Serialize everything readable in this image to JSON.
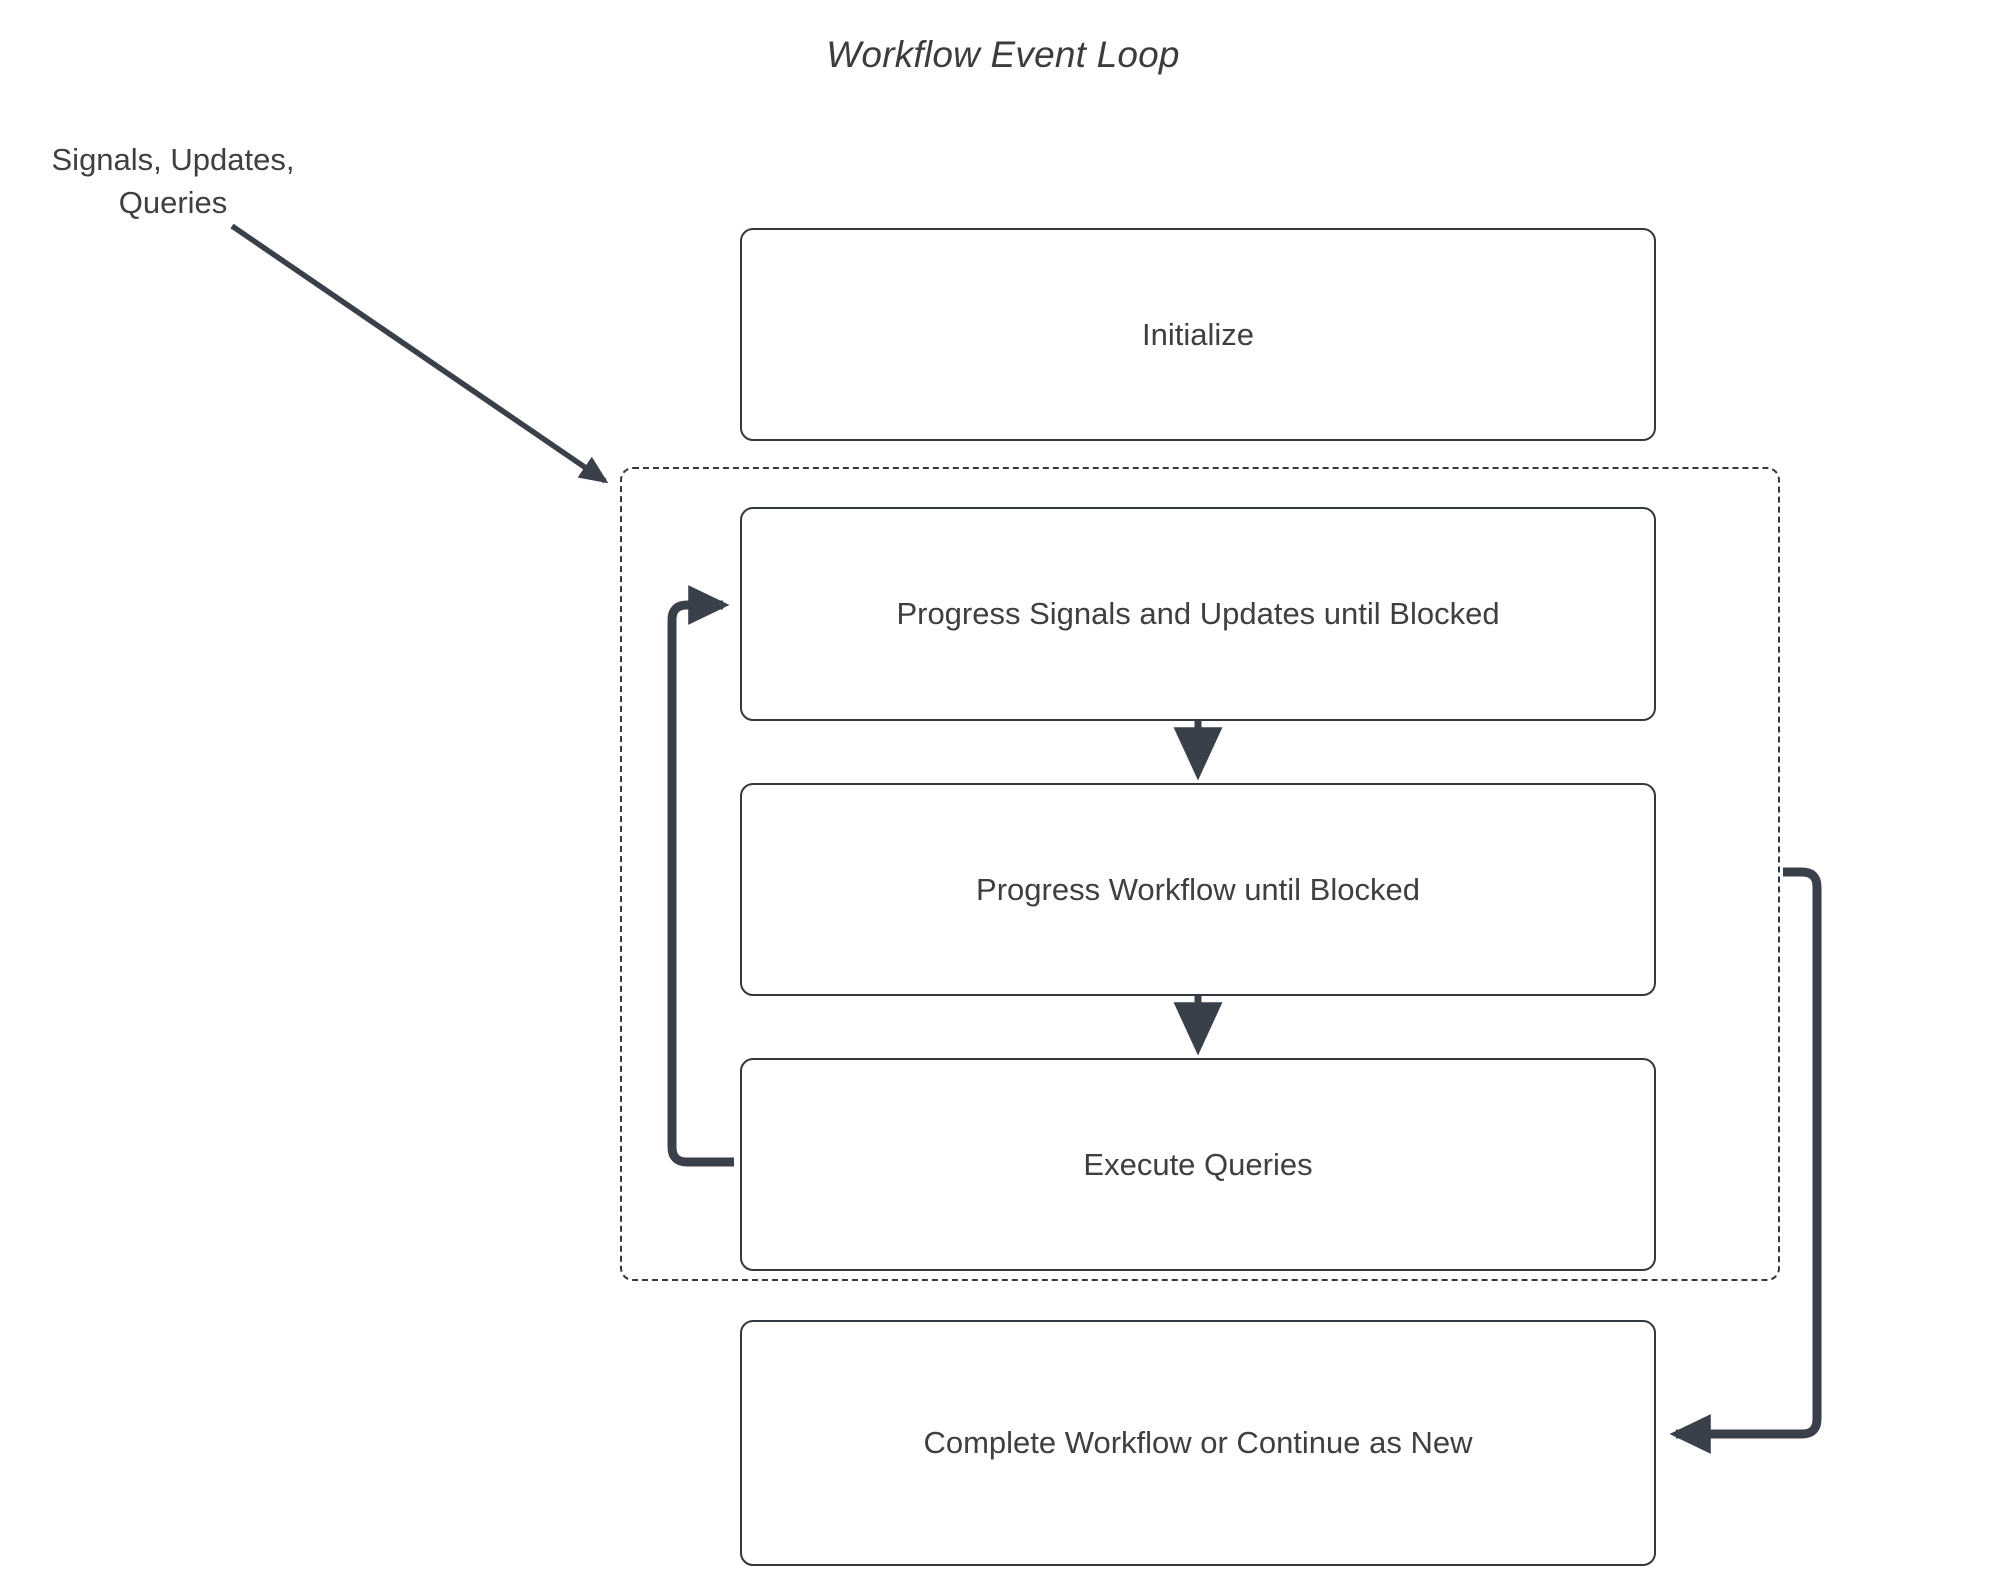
{
  "diagram": {
    "title": "Workflow Event Loop",
    "input_label": {
      "line1": "Signals, Updates,",
      "line2": "Queries"
    },
    "nodes": [
      {
        "id": "initialize",
        "label": "Initialize"
      },
      {
        "id": "progress-signals-updates",
        "label": "Progress Signals and Updates until Blocked"
      },
      {
        "id": "progress-workflow",
        "label": "Progress Workflow until Blocked"
      },
      {
        "id": "execute-queries",
        "label": "Execute Queries"
      },
      {
        "id": "complete-workflow",
        "label": "Complete Workflow or Continue as New"
      }
    ],
    "loop_group": {
      "label": "",
      "style": "dashed"
    },
    "edges": [
      {
        "from": "external-signals",
        "to": "loop-group",
        "style": "thin-diagonal"
      },
      {
        "from": "progress-signals-updates",
        "to": "progress-workflow",
        "style": "thin-vertical"
      },
      {
        "from": "progress-workflow",
        "to": "execute-queries",
        "style": "thin-vertical"
      },
      {
        "from": "execute-queries",
        "to": "progress-signals-updates",
        "style": "thick-loop-left"
      },
      {
        "from": "loop-group",
        "to": "complete-workflow",
        "style": "thick-loop-right"
      }
    ],
    "colors": {
      "stroke": "#33383f",
      "text": "#3f3f3f",
      "background": "#ffffff"
    }
  }
}
